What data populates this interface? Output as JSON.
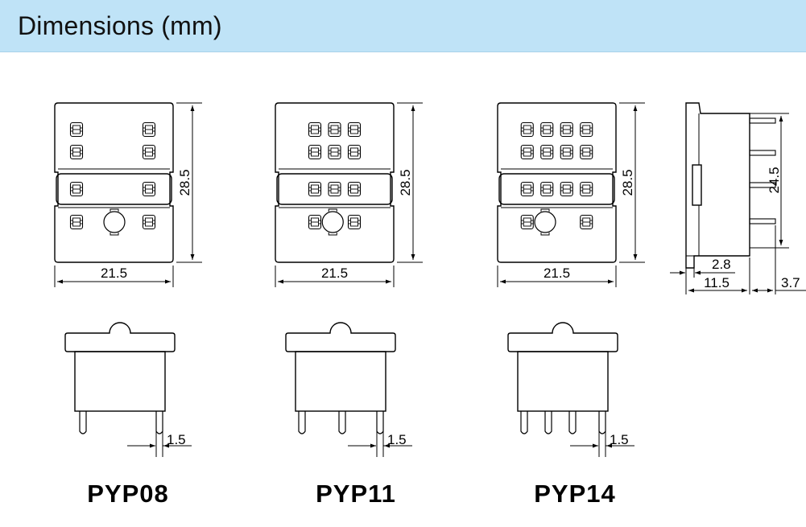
{
  "header": {
    "title": "Dimensions (mm)"
  },
  "models": [
    {
      "name": "PYP08",
      "width_dim": "21.5",
      "height_dim": "28.5",
      "pin_dim": "1.5",
      "contact_columns": 2,
      "pins": 2
    },
    {
      "name": "PYP11",
      "width_dim": "21.5",
      "height_dim": "28.5",
      "pin_dim": "1.5",
      "contact_columns": 3,
      "pins": 3
    },
    {
      "name": "PYP14",
      "width_dim": "21.5",
      "height_dim": "28.5",
      "pin_dim": "1.5",
      "contact_columns": 4,
      "pins": 4
    }
  ],
  "side_view": {
    "height_dim": "24.5",
    "offset_dim": "2.8",
    "depth_dim": "11.5",
    "pin_len_dim": "3.7"
  },
  "colors": {
    "header_bg": "#bfe3f7",
    "line": "#000000"
  }
}
